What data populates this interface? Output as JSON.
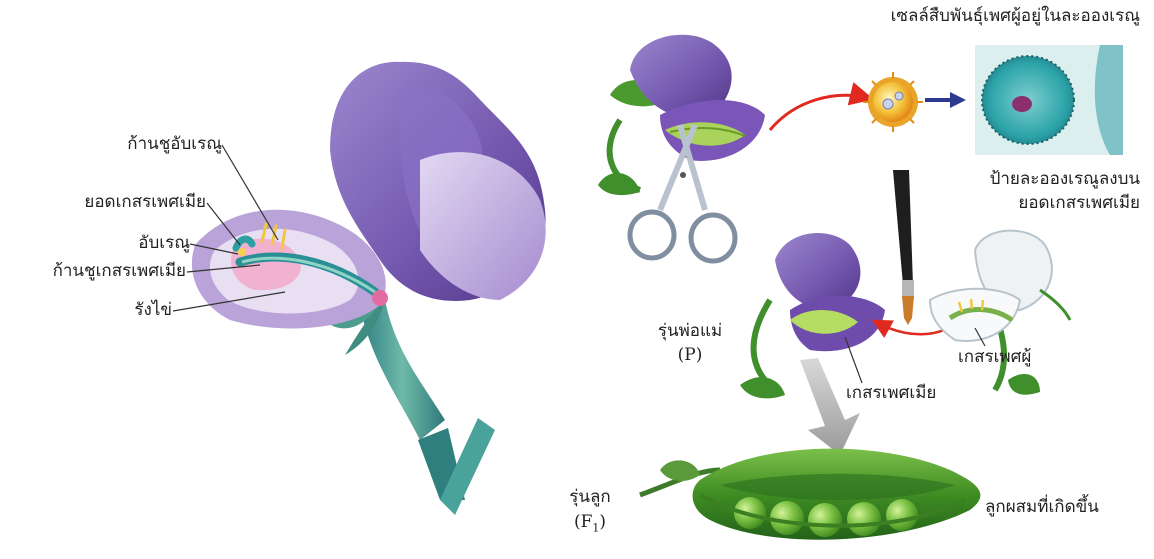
{
  "left_labels": {
    "filament": "ก้านชูอับเรณู",
    "stigma": "ยอดเกสรเพศเมีย",
    "anther": "อับเรณู",
    "style": "ก้านชูเกสรเพศเมีย",
    "ovary": "รังไข่"
  },
  "right_labels": {
    "pollen_cell": "เซลล์สืบพันธุ์เพศผู้อยู่ในละอองเรณู",
    "apply_line1": "ป้ายละอองเรณูลงบน",
    "apply_line2": "ยอดเกสรเพศเมีย",
    "parent_gen": "รุ่นพ่อแม่",
    "parent_sym": "(P)",
    "male_part": "เกสรเพศผู้",
    "female_part": "เกสรเพศเมีย",
    "offspring_gen": "รุ่นลูก",
    "offspring_sym": "(F",
    "offspring_sub": "1",
    "offspring_close": ")",
    "seeds": "ลูกผสมที่เกิดขึ้น"
  },
  "colors": {
    "petal_purple": "#7a5bb0",
    "petal_light": "#b9a3d9",
    "stem_green": "#3e9a8a",
    "leaf_green": "#3f8f2c",
    "pod_green": "#4c9a2a",
    "arrow_red": "#e02a1f",
    "arrow_blue": "#2b3a8f"
  }
}
